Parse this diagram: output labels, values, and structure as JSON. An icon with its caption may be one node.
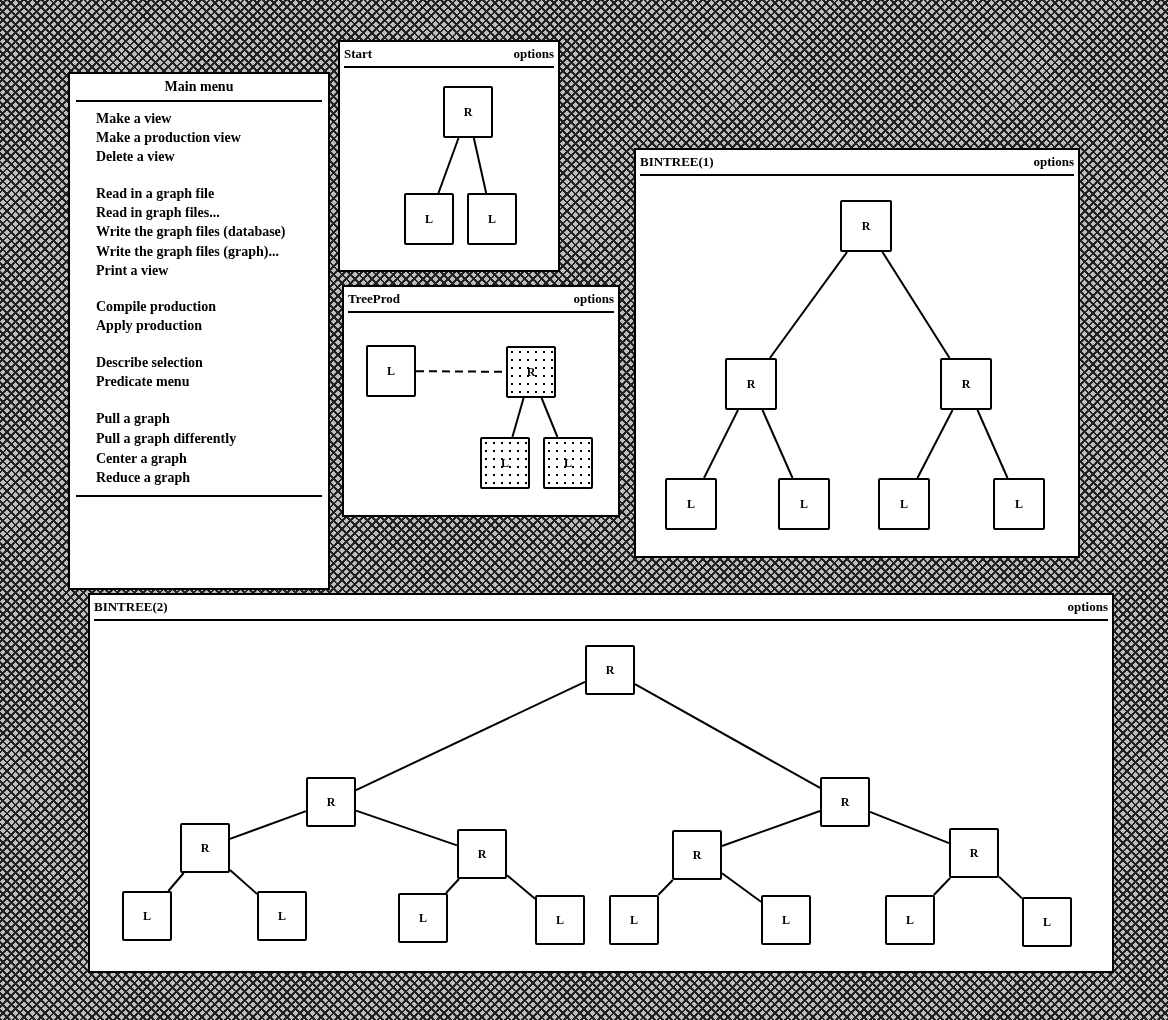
{
  "diagram": {
    "nodes": [
      {
        "text": [
          "Main menu",
          "Make a view",
          "Make a production view",
          "Delete a view",
          "Read in a graph file",
          "Read in graph files...",
          "Write the graph files (database)",
          "Write the graph files (graph)...",
          "Print a view",
          "Compile production",
          "Apply production",
          "Describe selection",
          "Predicate menu",
          "Pull a graph",
          "Pull a graph differently",
          "Center a graph",
          "Reduce a graph"
        ]
      },
      {
        "text": [
          "Start",
          "options"
        ]
      },
      {
        "text": [
          "R"
        ],
        "in": 1
      },
      {
        "text": [
          "L"
        ],
        "in": 1
      },
      {
        "text": [
          "L"
        ],
        "in": 1
      },
      {
        "text": [
          "TreeProd",
          "options"
        ]
      },
      {
        "text": [
          "L"
        ],
        "in": 5
      },
      {
        "text": [
          "R"
        ],
        "in": 5
      },
      {
        "text": [
          "L"
        ],
        "in": 5
      },
      {
        "text": [
          "L"
        ],
        "in": 5
      },
      {
        "text": [
          "BINTREE(1)",
          "options"
        ]
      },
      {
        "text": [
          "R"
        ],
        "in": 10
      },
      {
        "text": [
          "R"
        ],
        "in": 10
      },
      {
        "text": [
          "R"
        ],
        "in": 10
      },
      {
        "text": [
          "L"
        ],
        "in": 10
      },
      {
        "text": [
          "L"
        ],
        "in": 10
      },
      {
        "text": [
          "L"
        ],
        "in": 10
      },
      {
        "text": [
          "L"
        ],
        "in": 10
      },
      {
        "text": [
          "BINTREE(2)",
          "options"
        ]
      },
      {
        "text": [
          "R"
        ],
        "in": 18
      },
      {
        "text": [
          "R"
        ],
        "in": 18
      },
      {
        "text": [
          "R"
        ],
        "in": 18
      },
      {
        "text": [
          "R"
        ],
        "in": 18
      },
      {
        "text": [
          "R"
        ],
        "in": 18
      },
      {
        "text": [
          "R"
        ],
        "in": 18
      },
      {
        "text": [
          "R"
        ],
        "in": 18
      },
      {
        "text": [
          "L"
        ],
        "in": 18
      },
      {
        "text": [
          "L"
        ],
        "in": 18
      },
      {
        "text": [
          "L"
        ],
        "in": 18
      },
      {
        "text": [
          "L"
        ],
        "in": 18
      },
      {
        "text": [
          "L"
        ],
        "in": 18
      },
      {
        "text": [
          "L"
        ],
        "in": 18
      },
      {
        "text": [
          "L"
        ],
        "in": 18
      },
      {
        "text": [
          "L"
        ],
        "in": 18
      }
    ],
    "edges": [
      {
        "from": 2,
        "to": 3,
        "arrow": "none"
      },
      {
        "from": 2,
        "to": 4,
        "arrow": "none"
      },
      {
        "from": 6,
        "to": 7,
        "arrow": "none",
        "style": "dashed"
      },
      {
        "from": 7,
        "to": 8,
        "arrow": "none"
      },
      {
        "from": 7,
        "to": 9,
        "arrow": "none"
      },
      {
        "from": 11,
        "to": 12,
        "arrow": "none"
      },
      {
        "from": 11,
        "to": 13,
        "arrow": "none"
      },
      {
        "from": 12,
        "to": 14,
        "arrow": "none"
      },
      {
        "from": 12,
        "to": 15,
        "arrow": "none"
      },
      {
        "from": 13,
        "to": 16,
        "arrow": "none"
      },
      {
        "from": 13,
        "to": 17,
        "arrow": "none"
      },
      {
        "from": 19,
        "to": 20,
        "arrow": "none"
      },
      {
        "from": 19,
        "to": 21,
        "arrow": "none"
      },
      {
        "from": 20,
        "to": 22,
        "arrow": "none"
      },
      {
        "from": 20,
        "to": 23,
        "arrow": "none"
      },
      {
        "from": 21,
        "to": 24,
        "arrow": "none"
      },
      {
        "from": 21,
        "to": 25,
        "arrow": "none"
      },
      {
        "from": 22,
        "to": 26,
        "arrow": "none"
      },
      {
        "from": 22,
        "to": 27,
        "arrow": "none"
      },
      {
        "from": 23,
        "to": 28,
        "arrow": "none"
      },
      {
        "from": 23,
        "to": 29,
        "arrow": "none"
      },
      {
        "from": 24,
        "to": 30,
        "arrow": "none"
      },
      {
        "from": 24,
        "to": 31,
        "arrow": "none"
      },
      {
        "from": 25,
        "to": 32,
        "arrow": "none"
      },
      {
        "from": 25,
        "to": 33,
        "arrow": "none"
      }
    ]
  }
}
